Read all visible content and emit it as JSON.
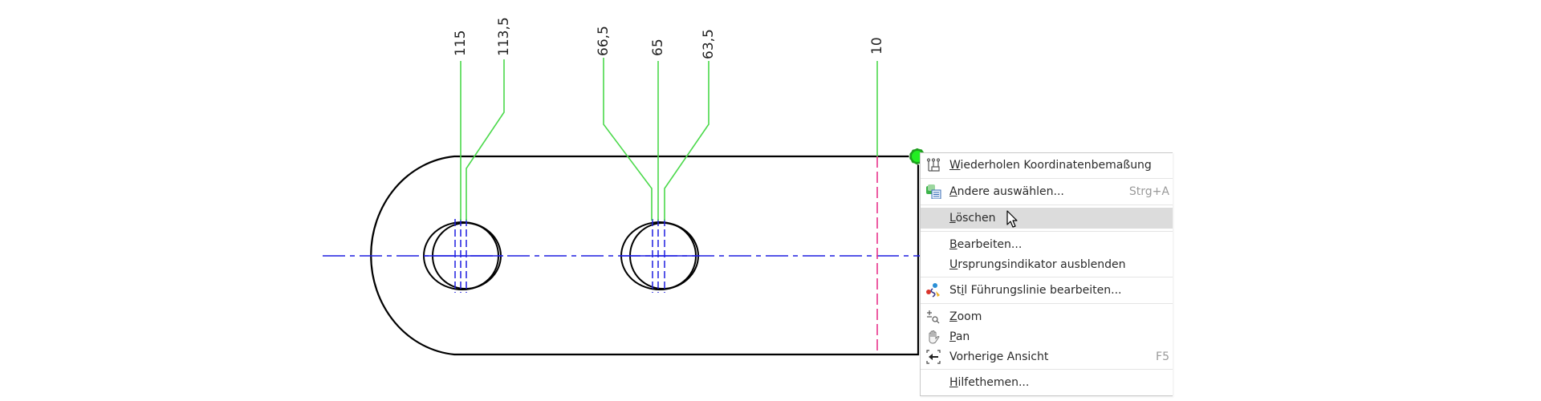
{
  "drawing": {
    "dimension_labels": [
      {
        "value": "115",
        "bold": true
      },
      {
        "value": "113,5",
        "bold": false
      },
      {
        "value": "66,5",
        "bold": false
      },
      {
        "value": "65",
        "bold": false
      },
      {
        "value": "63,5",
        "bold": false
      },
      {
        "value": "10",
        "bold": false
      }
    ],
    "colors": {
      "outline": "#000000",
      "leader": "#4bd94b",
      "centerline": "#1f1fe0",
      "origin_line": "#e8338c",
      "grip": "#22cc22"
    }
  },
  "context_menu": {
    "items": [
      {
        "icon": "ordinate-dimension-icon",
        "label_mnemonic": "W",
        "label_rest": "iederholen Koordinatenbemaßung",
        "shortcut": ""
      },
      {
        "icon": "select-others-icon",
        "label_mnemonic": "A",
        "label_rest": "ndere auswählen...",
        "shortcut": "Strg+A"
      },
      {
        "icon": "",
        "label_mnemonic": "L",
        "label_rest": "öschen",
        "shortcut": "",
        "hover": true
      },
      {
        "icon": "",
        "label_mnemonic": "B",
        "label_rest": "earbeiten...",
        "shortcut": ""
      },
      {
        "icon": "",
        "label_mnemonic": "U",
        "label_rest": "rsprungsindikator ausblenden",
        "shortcut": ""
      },
      {
        "icon": "style-icon",
        "label_pre": "St",
        "label_mnemonic": "i",
        "label_rest": "l Führungslinie bearbeiten...",
        "shortcut": ""
      },
      {
        "icon": "zoom-icon",
        "label_mnemonic": "Z",
        "label_rest": "oom",
        "shortcut": ""
      },
      {
        "icon": "pan-hand-icon",
        "label_mnemonic": "P",
        "label_rest": "an",
        "shortcut": ""
      },
      {
        "icon": "previous-view-icon",
        "label_mnemonic": "",
        "label_rest": "Vorherige Ansicht",
        "shortcut": "F5"
      },
      {
        "icon": "",
        "label_mnemonic": "H",
        "label_rest": "ilfethemen...",
        "shortcut": ""
      }
    ]
  }
}
